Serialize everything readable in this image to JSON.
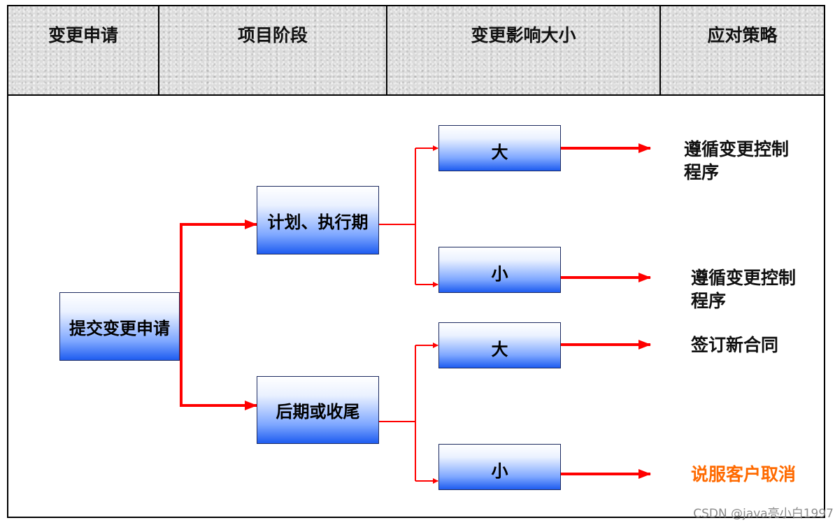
{
  "header": {
    "columns": [
      "变更申请",
      "项目阶段",
      "变更影响大小",
      "应对策略"
    ]
  },
  "nodes": {
    "root": "提交变更申请",
    "stage_early": "计划、执行期",
    "stage_late": "后期或收尾",
    "impact_1": "大",
    "impact_2": "小",
    "impact_3": "大",
    "impact_4": "小"
  },
  "strategies": {
    "s1": "遵循变更控制程序",
    "s2": "遵循变更控制程序",
    "s3": "签订新合同",
    "s4": "说服客户取消"
  },
  "colors": {
    "arrow": "#ff0000",
    "highlight": "#ff6a00"
  },
  "watermark": "CSDN @java亮小白1997"
}
